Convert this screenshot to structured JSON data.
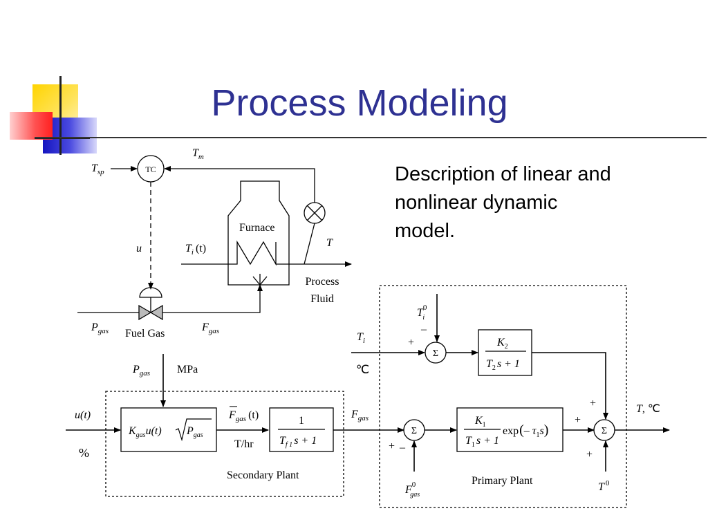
{
  "slide": {
    "title": "Process Modeling",
    "description": "Description of linear and nonlinear dynamic model."
  },
  "process_diagram": {
    "tc": "TC",
    "tsp": "T",
    "tsp_sub": "sp",
    "tm": "T",
    "tm_sub": "m",
    "u": "u",
    "furnace": "Furnace",
    "ti_t_main": "T",
    "ti_t_sub": "i",
    "ti_t_arg": "(t)",
    "t_out": "T",
    "process_fluid_1": "Process",
    "process_fluid_2": "Fluid",
    "pgas_main": "P",
    "pgas_sub": "gas",
    "fuel_gas": "Fuel Gas",
    "fgas_main": "F",
    "fgas_sub": "gas"
  },
  "block_diagram": {
    "pgas_in_main": "P",
    "pgas_in_sub": "gas",
    "mpa": "MPa",
    "ut": "u(t)",
    "percent": "%",
    "b1_k": "K",
    "b1_ksub": "gas",
    "b1_ut": "u(t)",
    "b1_p": "P",
    "b1_psub": "gas",
    "fbar_main": "F",
    "fbar_sub": "gas",
    "fbar_arg": "(t)",
    "thr": "T/hr",
    "b2_num": "1",
    "b2_den_t": "T",
    "b2_den_sub": "f 1",
    "b2_den_rest": "s + 1",
    "secondary_plant": "Secondary Plant",
    "fgas_out_main": "F",
    "fgas_out_sub": "gas",
    "sum": "Σ",
    "plus": "+",
    "minus": "–",
    "f0_main": "F",
    "f0_sup": "0",
    "f0_sub": "gas",
    "k1": "K",
    "k1_sub": "1",
    "k1_den_t": "T",
    "k1_den_sub": "1",
    "k1_den_rest": "s + 1",
    "exp_label": "exp",
    "exp_arg_minus": "– ",
    "exp_tau": "τ",
    "exp_tau_sub": "1",
    "exp_s": "s",
    "primary_plant": "Primary Plant",
    "ti_main": "T",
    "ti_sub": "i",
    "celsius": "℃",
    "ti0_main": "T",
    "ti0_sub": "i",
    "ti0_sup": "0",
    "k2": "K",
    "k2_sub": "2",
    "k2_den_t": "T",
    "k2_den_sub": "2",
    "k2_den_rest": "s + 1",
    "t_out": "T",
    "t_out_unit": ", ℃",
    "t0_main": "T",
    "t0_sup": "0"
  },
  "colors": {
    "title": "#2e3192",
    "deco_yellow": "#ffd400",
    "deco_red": "#ff3333",
    "deco_blue": "#2020c8"
  }
}
